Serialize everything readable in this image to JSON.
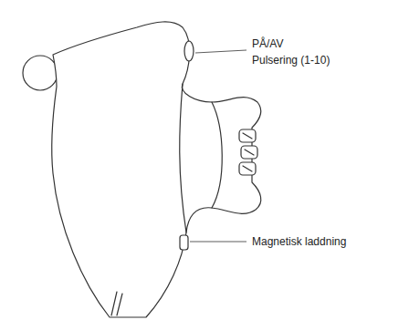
{
  "diagram": {
    "labels": [
      "PÅ/AV",
      "Pulsering (1-10)",
      "Magnetisk laddning"
    ]
  }
}
